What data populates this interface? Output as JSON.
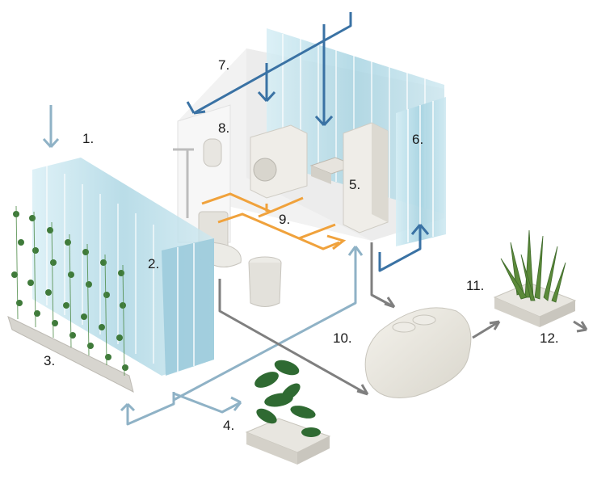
{
  "labels": [
    "1.",
    "2.",
    "3.",
    "4.",
    "5.",
    "6.",
    "7.",
    "8.",
    "9.",
    "10.",
    "11.",
    "12."
  ],
  "colors": {
    "rainwater_flow": "#3a72a4",
    "greywater_flow": "#8fb2c6",
    "blackwater_flow": "#7f7f7f",
    "pipe_orange": "#f0a23c",
    "glass_panel": "#b9dde8",
    "plants": "#3f7a3a",
    "fixtures": "#e7e4de"
  },
  "components": [
    {
      "id": "vertical-glass-panels-left",
      "label_index": 0
    },
    {
      "id": "vertical-glass-panels-front",
      "label_index": 1
    },
    {
      "id": "green-wall",
      "label_index": 2
    },
    {
      "id": "planter-bed",
      "label_index": 3
    },
    {
      "id": "water-heater",
      "label_index": 4
    },
    {
      "id": "vertical-glass-panels-right",
      "label_index": 5
    },
    {
      "id": "rainwater-inlets",
      "label_index": 6
    },
    {
      "id": "shower",
      "label_index": 7
    },
    {
      "id": "hot-water-pipes",
      "label_index": 8
    },
    {
      "id": "storage-tank",
      "label_index": 9
    },
    {
      "id": "snake-plant-planter",
      "label_index": 10
    },
    {
      "id": "outflow",
      "label_index": 11
    }
  ]
}
